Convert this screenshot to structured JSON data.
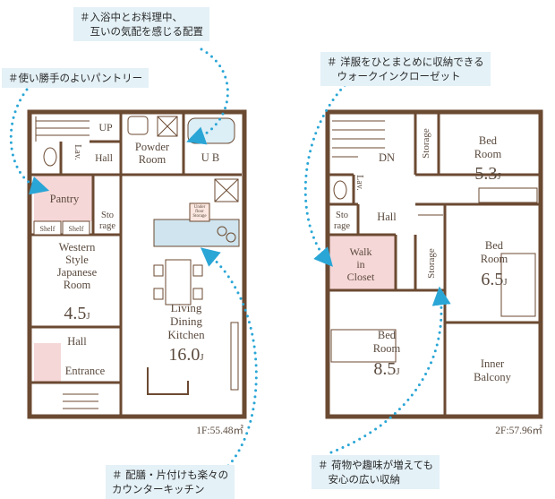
{
  "floor1": {
    "area_label": "1F:55.48㎡",
    "rooms": {
      "up": "UP",
      "lav": "Lav.",
      "hall_top": "Hall",
      "powder_room": "Powder\nRoom",
      "ub": "U B",
      "pantry": "Pantry",
      "shelf_a": "Shelf",
      "shelf_b": "Shelf",
      "storage": "Sto\nrage",
      "western_style": "Western\nStyle\nJapanese\nRoom",
      "western_size": "4.5",
      "hall_lower": "Hall",
      "entrance": "Entrance",
      "ldk": "Living\nDining\nKitchen",
      "ldk_size": "16.0",
      "under_floor": "Under\nfloor\nStorage"
    }
  },
  "floor2": {
    "area_label": "2F:57.96㎡",
    "rooms": {
      "dn": "DN",
      "lav": "Lav.",
      "hall": "Hall",
      "storage_small": "Sto\nrage",
      "storage_top": "Storage",
      "bedroom_top": "Bed\nRoom",
      "bedroom_top_size": "5.3",
      "walk_in": "Walk\nin\nCloset",
      "storage_mid": "Storage",
      "bedroom_right": "Bed\nRoom",
      "bedroom_right_size": "6.5",
      "bedroom_bottom": "Bed\nRoom",
      "bedroom_bottom_size": "8.5",
      "balcony": "Inner\nBalcony"
    }
  },
  "size_unit": "J",
  "notes": {
    "bath": "＃入浴中とお料理中、\n　互いの気配を感じる配置",
    "pantry": "＃使い勝手のよいパントリー",
    "closet": "＃ 洋服をひとまとめに収納できる\n　ウォークインクローゼット",
    "kitchen": "＃ 配膳・片付けも楽々の\nカウンターキッチン",
    "storage": "＃ 荷物や趣味が増えても\n　安心の広い収納"
  },
  "colors": {
    "wall": "#6b4a32",
    "pink": "#f6d7d7",
    "note_bg": "#e4f1f7",
    "dots": "#2aa6d6",
    "text": "#5a4a3e"
  }
}
